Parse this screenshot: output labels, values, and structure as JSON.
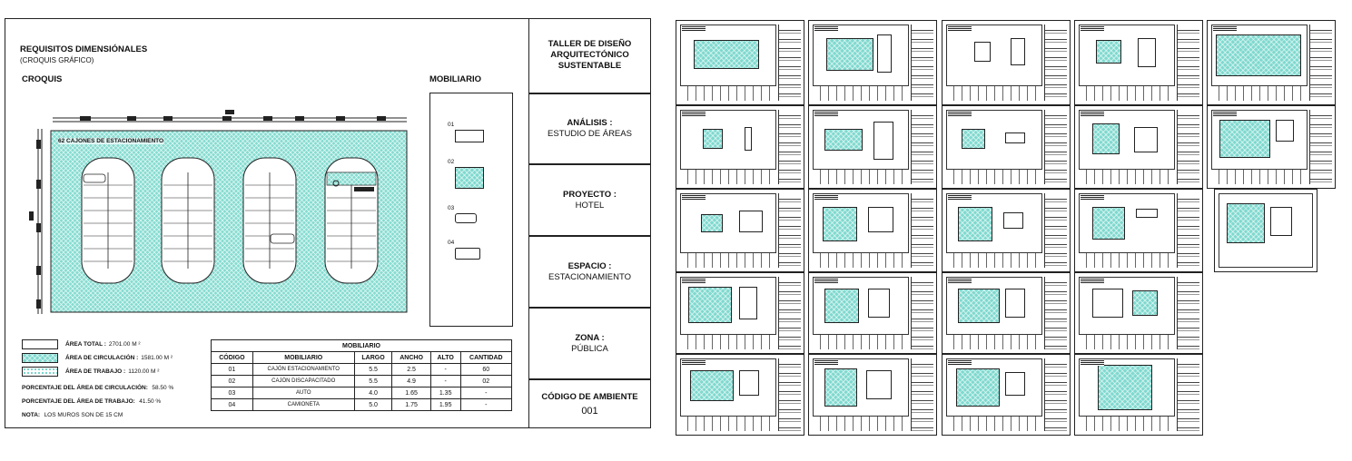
{
  "requirements": {
    "title": "REQUISITOS DIMENSIÓNALES",
    "subtitle": "(CROQUIS GRÁFICO)",
    "croquis_label": "CROQUIS",
    "mobiliario_label": "MOBILIARIO",
    "parking_label": "62 CAJONES DE ESTACIONAMIENTO"
  },
  "furniture_legend": [
    "01",
    "02",
    "03",
    "04"
  ],
  "area_legend": {
    "total": {
      "label": "ÁREA TOTAL :",
      "value": "2701.00 M ²"
    },
    "circulacion": {
      "label": "ÁREA DE CIRCULACIÓN :",
      "value": "1581.00 M ²"
    },
    "trabajo": {
      "label": "ÁREA DE TRABAJO :",
      "value": "1120.00 M ²"
    },
    "pct_circulacion": {
      "label": "PORCENTAJE DEL ÁREA DE CIRCULACIÓN:",
      "value": "58.50 %"
    },
    "pct_trabajo": {
      "label": "PORCENTAJE DEL ÁREA DE TRABAJO:",
      "value": "41.50 %"
    },
    "nota": {
      "label": "NOTA:",
      "value": "LOS MUROS SON DE 15 CM"
    }
  },
  "furniture_table": {
    "title": "MOBILIARIO",
    "headers": [
      "CÓDIGO",
      "MOBILIARIO",
      "LARGO",
      "ANCHO",
      "ALTO",
      "CANTIDAD"
    ],
    "rows": [
      [
        "01",
        "CAJÓN ESTACIONAMIENTO",
        "5.5",
        "2.5",
        "-",
        "60"
      ],
      [
        "02",
        "CAJÓN DISCAPACITADO",
        "5.5",
        "4.9",
        "-",
        "02"
      ],
      [
        "03",
        "AUTO",
        "4.0",
        "1.65",
        "1.35",
        "-"
      ],
      [
        "04",
        "CAMIONETA",
        "5.0",
        "1.75",
        "1.95",
        "-"
      ]
    ]
  },
  "title_block": {
    "workshop": "TALLER DE DISEÑO ARQUITECTÓNICO SUSTENTABLE",
    "analisis_label": "ANÁLISIS :",
    "analisis_value": "ESTUDIO DE ÁREAS",
    "proyecto_label": "PROYECTO :",
    "proyecto_value": "HOTEL",
    "espacio_label": "ESPACIO :",
    "espacio_value": "ESTACIONAMIENTO",
    "zona_label": "ZONA :",
    "zona_value": "PÚBLICA",
    "codigo_label": "CÓDIGO DE AMBIENTE",
    "codigo_value": "001"
  },
  "colors": {
    "hatch": "#7fd9cf",
    "line": "#222222"
  }
}
